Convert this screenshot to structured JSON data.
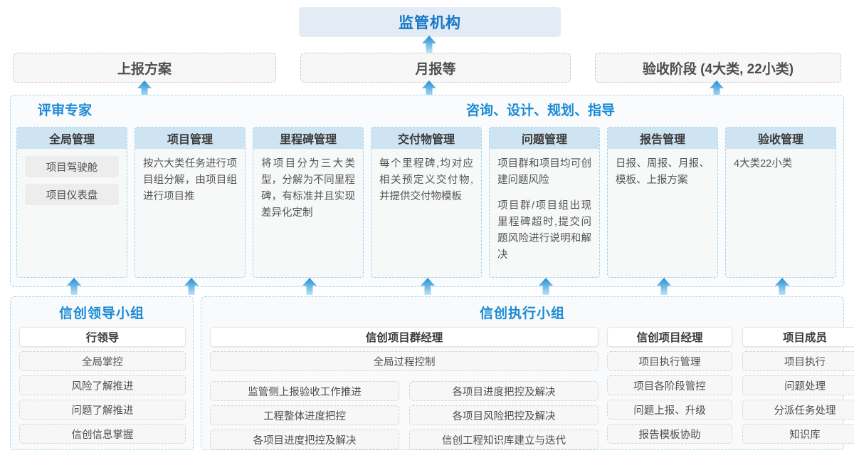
{
  "top": {
    "regulator": "监管机构",
    "reports": [
      "上报方案",
      "月报等",
      "验收阶段 (4大类, 22小类)"
    ]
  },
  "middle": {
    "labels": [
      "评审专家",
      "咨询、设计、规划、指导"
    ],
    "cards": [
      {
        "title": "全局管理",
        "paras": [],
        "pills": [
          "项目驾驶舱",
          "项目仪表盘"
        ]
      },
      {
        "title": "项目管理",
        "paras": [
          "按六大类任务进行项目组分解，由项目组进行项目推"
        ],
        "pills": []
      },
      {
        "title": "里程碑管理",
        "paras": [
          "将项目分为三大类型，分解为不同里程碑，有标准并且实现差异化定制"
        ],
        "pills": []
      },
      {
        "title": "交付物管理",
        "paras": [
          "每个里程碑,均对应相关预定义交付物,并提供交付物模板"
        ],
        "pills": []
      },
      {
        "title": "问题管理",
        "paras": [
          "项目群和项目均可创建问题风险",
          "项目群/项目组出现里程碑超时,提交问题风险进行说明和解决"
        ],
        "pills": []
      },
      {
        "title": "报告管理",
        "paras": [
          "日报、周报、月报、模板、上报方案"
        ],
        "pills": []
      },
      {
        "title": "验收管理",
        "paras": [
          "4大类22小类"
        ],
        "pills": []
      }
    ]
  },
  "bottom": {
    "leader_group": {
      "title": "信创领导小组",
      "role": "行领导",
      "items": [
        "全局掌控",
        "风险了解推进",
        "问题了解推进",
        "信创信息掌握"
      ]
    },
    "exec_group": {
      "title": "信创执行小组",
      "program_manager": {
        "role": "信创项目群经理",
        "full_item": "全局过程控制",
        "left_items": [
          "监管侧上报验收工作推进",
          "工程整体进度把控",
          "各项目进度把控及解决"
        ],
        "right_items": [
          "各项目进度把控及解决",
          "各项目风险把控及解决",
          "信创工程知识库建立与迭代"
        ]
      },
      "project_manager": {
        "role": "信创项目经理",
        "items": [
          "项目执行管理",
          "项目各阶段管控",
          "问题上报、升级",
          "报告模板协助"
        ]
      },
      "member": {
        "role": "项目成员",
        "items": [
          "项目执行",
          "问题处理",
          "分派任务处理",
          "知识库"
        ]
      }
    }
  },
  "colors": {
    "accent_blue": "#1a8ad6",
    "header_blue": "#1477c8",
    "card_head_bg": "#cfe4f2",
    "regulator_bg": "#e3ebf5",
    "arrow_top": "#1e8fd5",
    "arrow_bottom": "#bfe2f5"
  },
  "icons": {
    "arrow": "arrow-up-icon"
  }
}
